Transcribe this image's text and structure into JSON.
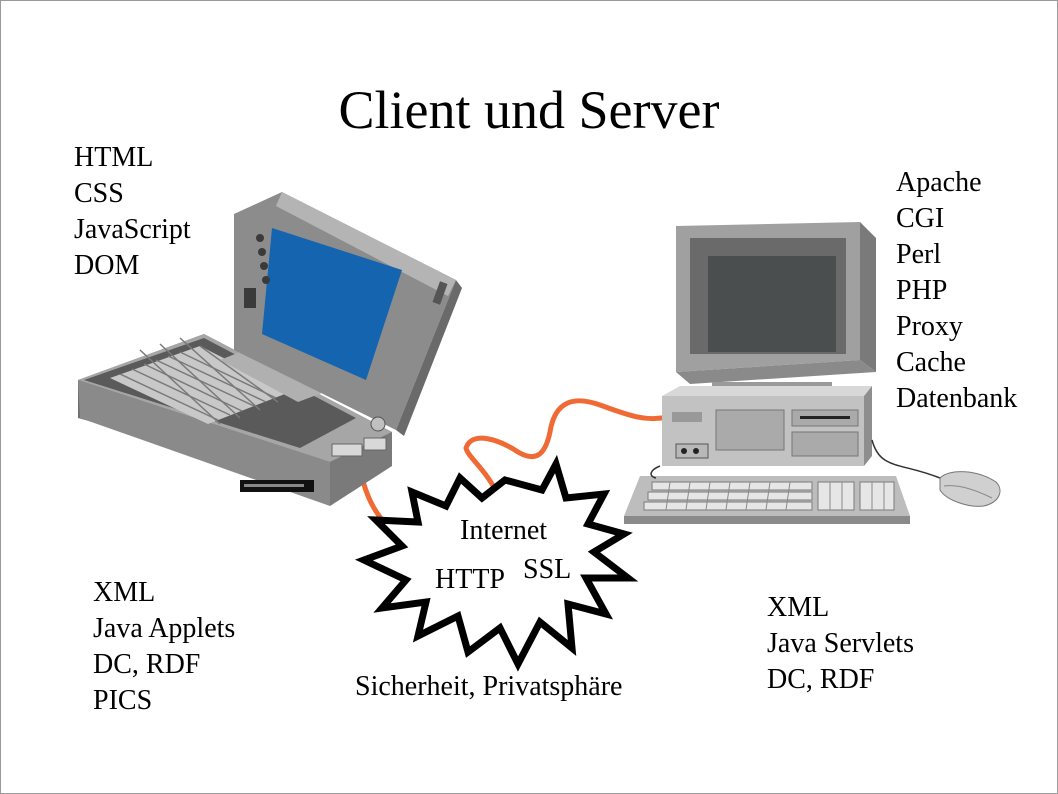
{
  "title": "Client und Server",
  "client": {
    "top_items": [
      "HTML",
      "CSS",
      "JavaScript",
      "DOM"
    ],
    "bottom_items": [
      "XML",
      "Java Applets",
      "DC, RDF",
      "PICS"
    ]
  },
  "server": {
    "top_items": [
      "Apache",
      "CGI",
      "Perl",
      "PHP",
      "Proxy",
      "Cache",
      "Datenbank"
    ],
    "bottom_items": [
      "XML",
      "Java Servlets",
      "DC, RDF"
    ]
  },
  "network": {
    "internet_label": "Internet",
    "http_label": "HTTP",
    "ssl_label": "SSL",
    "security_caption": "Sicherheit, Privatsphäre"
  },
  "icons": {
    "client": "laptop-icon",
    "server": "desktop-computer-icon",
    "network": "internet-burst-icon",
    "cable": "network-cable",
    "mouse": "mouse-icon"
  },
  "colors": {
    "screen_blue": "#1464b0",
    "cable_orange": "#f06a35",
    "device_gray": "#8c8c8c"
  }
}
